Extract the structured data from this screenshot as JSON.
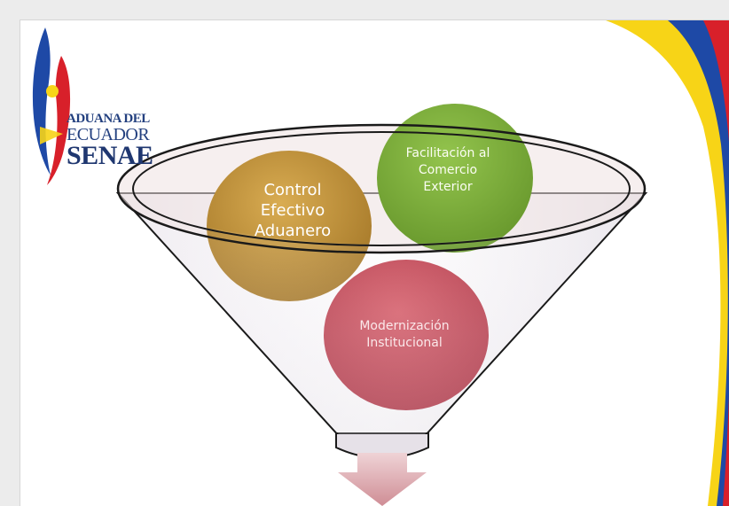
{
  "logo": {
    "line1": "ADUANA DEL",
    "line2": "ECUADOR",
    "line3": "SENAE"
  },
  "circles": {
    "control": {
      "line1": "Control",
      "line2": "Efectivo",
      "line3": "Aduanero",
      "color": "#b98a35"
    },
    "facilitacion": {
      "line1": "Facilitación al",
      "line2": "Comercio",
      "line3": "Exterior",
      "color": "#7aa93a"
    },
    "modernizacion": {
      "line1": "Modernización",
      "line2": "Institucional",
      "color": "#c0424f"
    }
  },
  "colors": {
    "flag_yellow": "#f7d417",
    "flag_blue": "#1e49a6",
    "flag_red": "#d8202a",
    "funnel_outline": "#1a1a1a",
    "arrow": "#d7a3a9"
  }
}
